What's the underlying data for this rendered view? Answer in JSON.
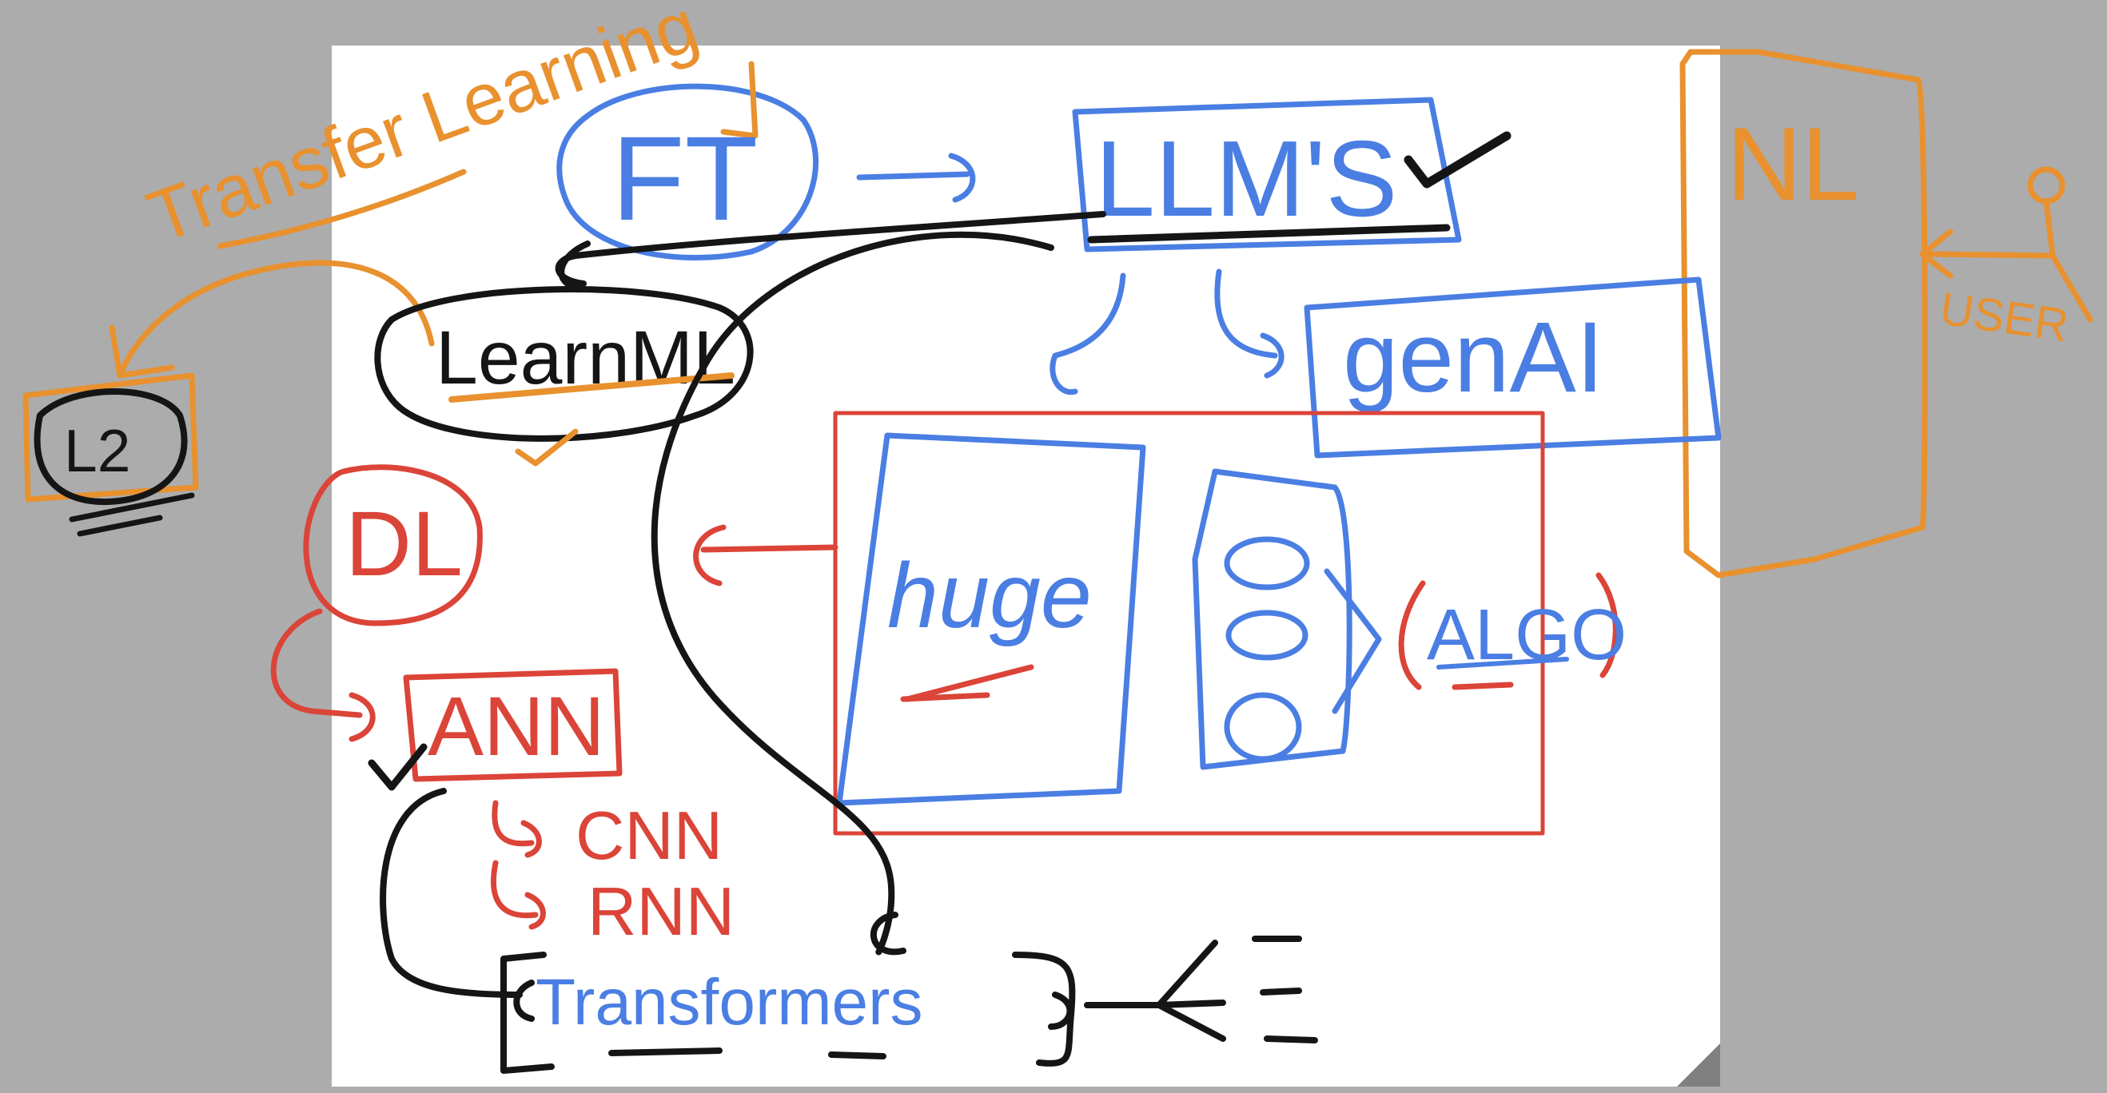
{
  "canvas": {
    "background_color": "#acacac",
    "page_color": "#ffffff"
  },
  "colors": {
    "orange": "#e8912e",
    "blue": "#4a7ee3",
    "red": "#db4438",
    "black": "#151515"
  },
  "labels": {
    "transfer_learning": "Transfer Learning",
    "ft": "FT",
    "llms": "LLM'S",
    "nl": "NL",
    "user": "USER",
    "learnml": "LearnML",
    "l2": "L2",
    "genai": "genAI",
    "dl": "DL",
    "ann": "ANN",
    "cnn": "CNN",
    "rnn": "RNN",
    "huge": "huge",
    "algo": "ALGO",
    "transformers": "Transformers"
  }
}
